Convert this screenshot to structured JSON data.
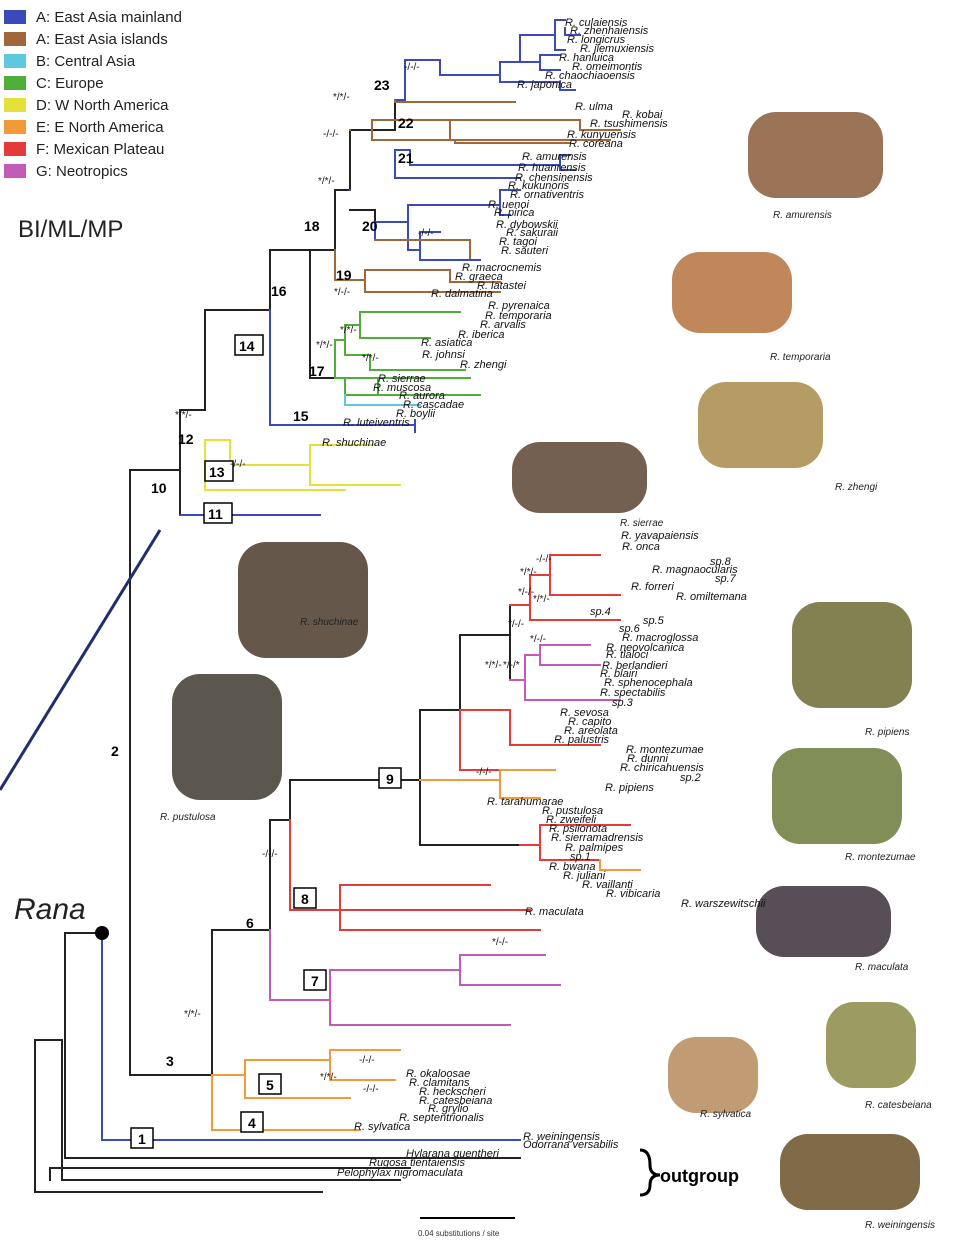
{
  "legend": [
    {
      "label": "A: East Asia mainland",
      "color": "#3a4ab8"
    },
    {
      "label": "A: East Asia islands",
      "color": "#a0683a"
    },
    {
      "label": "B: Central Asia",
      "color": "#5fc8dc"
    },
    {
      "label": "C: Europe",
      "color": "#4fae3a"
    },
    {
      "label": "D: W North America",
      "color": "#e5e03a"
    },
    {
      "label": "E: E North America",
      "color": "#f29a3a"
    },
    {
      "label": "F: Mexican Plateau",
      "color": "#e53a3a"
    },
    {
      "label": "G: Neotropics",
      "color": "#c25ab8"
    }
  ],
  "method_label": "BI/ML/MP",
  "genus_label": "Rana",
  "outgroup_label": "outgroup",
  "scale_label": "0.04 substitutions / site",
  "clade_numbers": [
    "1",
    "2",
    "3",
    "4",
    "5",
    "6",
    "7",
    "8",
    "9",
    "10",
    "11",
    "12",
    "13",
    "14",
    "15",
    "16",
    "17",
    "18",
    "19",
    "20",
    "21",
    "22",
    "23"
  ],
  "support_labels": [
    "*/*/-",
    "-/-/-",
    "-/-/-",
    "*/*/-",
    "-/-/-",
    "*/*/-",
    "*/-/-",
    "*/*/-",
    "*/*/-",
    "*/*/-",
    "-/-/-",
    "*/*/-",
    "*/-/-",
    "*/-/-",
    "*/*/-",
    "*/-/-",
    "*/*/-",
    "*/-/*",
    "-/-/-",
    "-/-/-",
    "*/*/-",
    "-/-/-",
    "*/*/-",
    "-/-/-",
    "-/-/-",
    "*/-/-"
  ],
  "taxa": [
    "R. culaiensis",
    "R. zhenhaiensis",
    "R. longicrus",
    "R. jiemuxiensis",
    "R. hanluica",
    "R. omeimontis",
    "R. chaochiaoensis",
    "R. japonica",
    "R. ulma",
    "R. kobai",
    "R. tsushimensis",
    "R. kunyuensis",
    "R. coreana",
    "R. amurensis",
    "R. huanrensis",
    "R. chensinensis",
    "R. kukunoris",
    "R. ornativentris",
    "R. uenoi",
    "R. pirica",
    "R. dybowskii",
    "R. sakuraii",
    "R. tagoi",
    "R. sauteri",
    "R. macrocnemis",
    "R. graeca",
    "R. latastei",
    "R. dalmatina",
    "R. pyrenaica",
    "R. temporaria",
    "R. arvalis",
    "R. iberica",
    "R. asiatica",
    "R. johnsi",
    "R. zhengi",
    "R. sierrae",
    "R. muscosa",
    "R. aurora",
    "R. cascadae",
    "R. boylii",
    "R. luteiventris",
    "R. shuchinae",
    "R. yavapaiensis",
    "R. onca",
    "sp.8",
    "R. magnaocularis",
    "sp.7",
    "R. forreri",
    "R. omiltemana",
    "sp.4",
    "sp.5",
    "sp.6",
    "R. macroglossa",
    "R. neovolcanica",
    "R. tlaloci",
    "R. berlandieri",
    "R. blairi",
    "R. sphenocephala",
    "R. spectabilis",
    "sp.3",
    "R. sevosa",
    "R. capito",
    "R. areolata",
    "R. palustris",
    "R. montezumae",
    "R. dunni",
    "R. chiricahuensis",
    "sp.2",
    "R. pipiens",
    "R. tarahumarae",
    "R. pustulosa",
    "R. zweifeli",
    "R. psilonota",
    "R. sierramadrensis",
    "R. palmipes",
    "sp.1",
    "R. bwana",
    "R. juliani",
    "R. vaillanti",
    "R. vibicaria",
    "R. warszewitschii",
    "R. maculata",
    "R. okaloosae",
    "R. clamitans",
    "R. heckscheri",
    "R. catesbeiana",
    "R. grylio",
    "R. septentrionalis",
    "R. sylvatica",
    "R. weiningensis",
    "Odorrana versabilis",
    "Hylarana guentheri",
    "Rugosa tientaiensis",
    "Pelophylax nigromaculata"
  ],
  "photo_labels": [
    "R. amurensis",
    "R. temporaria",
    "R. zhengi",
    "R. sierrae",
    "R. shuchinae",
    "R. pustulosa",
    "R. pipiens",
    "R. montezumae",
    "R. maculata",
    "R. catesbeiana",
    "R. sylvatica",
    "R. weiningensis"
  ]
}
